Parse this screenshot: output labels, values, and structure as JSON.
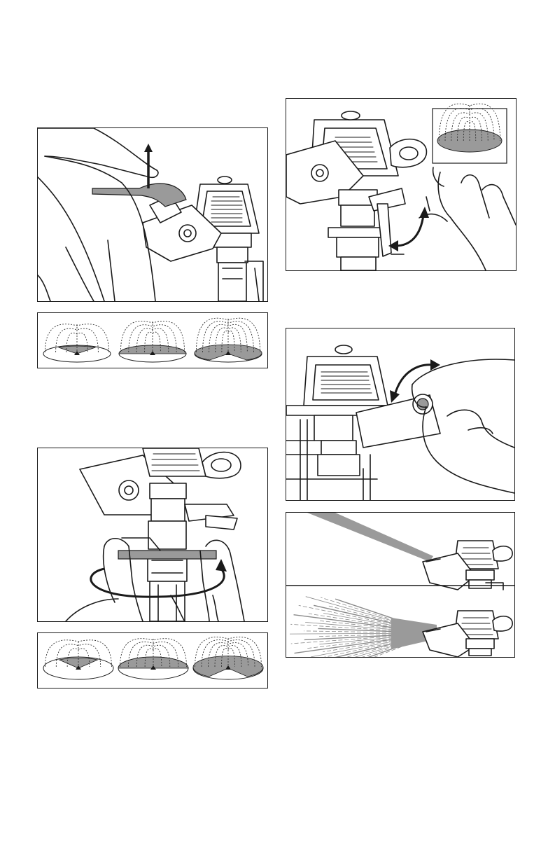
{
  "page": {
    "background": "#ffffff",
    "line_color": "#1a1a1a",
    "shade_color": "#9a9a9a"
  },
  "figures": [
    {
      "id": "nozzle-tab-adjust",
      "icon": "arrow-up-down-icon"
    },
    {
      "id": "spray-pattern-row-1",
      "patterns": 3
    },
    {
      "id": "collar-rotation",
      "icon": "rotate-arrow-icon"
    },
    {
      "id": "spray-pattern-row-2",
      "patterns": 3
    },
    {
      "id": "trip-pin-flip",
      "icon": "curved-arrow-icon"
    },
    {
      "id": "deflector-screw-adjust",
      "icon": "curved-arrow-icon"
    },
    {
      "id": "stream-comparison",
      "panels": 2
    }
  ]
}
